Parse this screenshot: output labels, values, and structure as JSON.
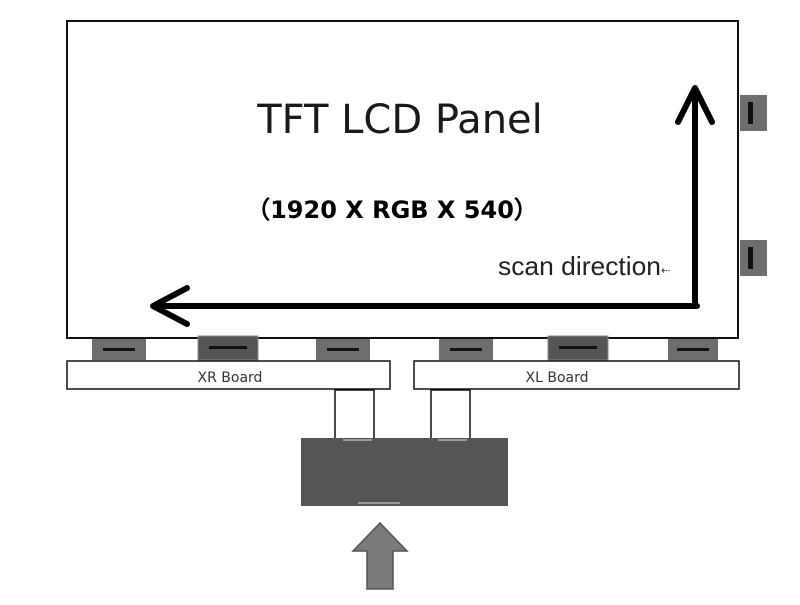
{
  "panel": {
    "title": "TFT LCD Panel",
    "resolution": "（1920 X RGB X 540）",
    "scan_label": "scan direction"
  },
  "boards": {
    "left_label": "XR Board",
    "right_label": "XL Board"
  },
  "colors": {
    "outline": "#111111",
    "connector_fill": "#6e6e6e",
    "control_board_fill": "#555555",
    "input_arrow_fill": "#7a7a7a"
  }
}
